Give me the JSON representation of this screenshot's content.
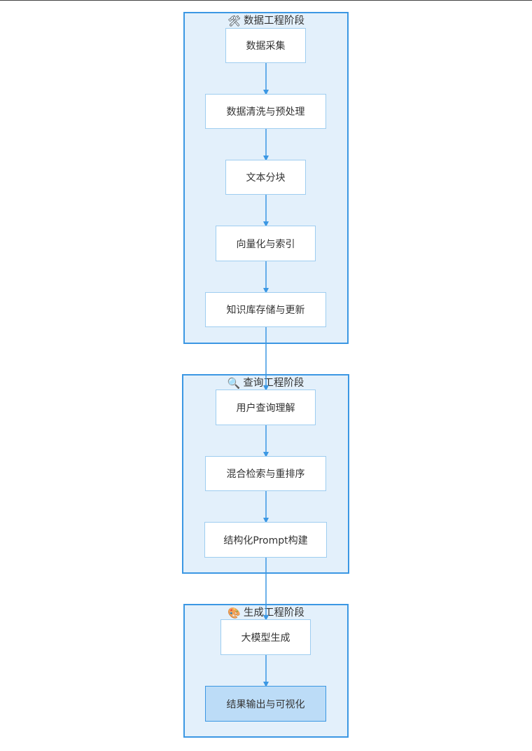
{
  "stages": [
    {
      "icon": "tools-icon",
      "title": "数据工程阶段"
    },
    {
      "icon": "magnifier-icon",
      "title": "查询工程阶段"
    },
    {
      "icon": "palette-icon",
      "title": "生成工程阶段"
    }
  ],
  "nodes": [
    "数据采集",
    "数据清洗与预处理",
    "文本分块",
    "向量化与索引",
    "知识库存储与更新",
    "用户查询理解",
    "混合检索与重排序",
    "结构化Prompt构建",
    "大模型生成",
    "结果输出与可视化"
  ],
  "colors": {
    "stage_fill": "#e3f0fb",
    "stage_border": "#3b97e3",
    "node_border": "#9ecdf0",
    "final_node_fill": "#bcdcf7",
    "edge": "#3b97e3"
  }
}
